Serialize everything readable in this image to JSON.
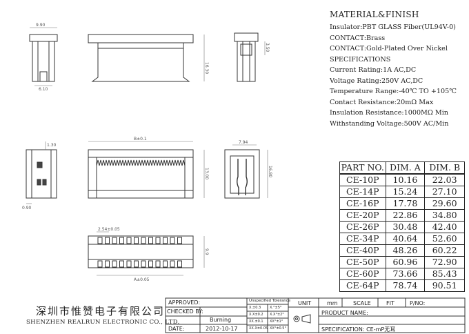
{
  "spec": {
    "title": "MATERIAL&FINISH",
    "lines": [
      "Insulator:PBT GLASS Fiber(UL94V-0)",
      "CONTACT:Brass",
      "CONTACT:Gold-Plated Over Nickel",
      "SPECIFICATIONS",
      "Current Rating:1A AC,DC",
      "Voltage Rating:250V AC,DC",
      "Temperature Range:-40℃ TO +105℃",
      "Contact Resistance:20mΩ Max",
      "Insulation Resistance:1000MΩ Min",
      "Withstanding Voltage:500V AC/Min"
    ]
  },
  "parts_table": {
    "headers": [
      "PART NO.",
      "DIM. A",
      "DIM. B"
    ],
    "rows": [
      [
        "CE-10P",
        "10.16",
        "22.03"
      ],
      [
        "CE-14P",
        "15.24",
        "27.10"
      ],
      [
        "CE-16P",
        "17.78",
        "29.60"
      ],
      [
        "CE-20P",
        "22.86",
        "34.80"
      ],
      [
        "CE-26P",
        "30.48",
        "42.40"
      ],
      [
        "CE-34P",
        "40.64",
        "52.60"
      ],
      [
        "CE-40P",
        "48.26",
        "60.22"
      ],
      [
        "CE-50P",
        "60.96",
        "72.90"
      ],
      [
        "CE-60P",
        "73.66",
        "85.43"
      ],
      [
        "CE-64P",
        "78.74",
        "90.51"
      ]
    ]
  },
  "dimensions": {
    "top_width": "9.90",
    "bottom_width": "6.10",
    "height_1630": "16.30",
    "height_350": "3.50",
    "dim_b": "B±0.1",
    "pin_130": "1.30",
    "pin_090": "0.90",
    "height_1300": "13.00",
    "width_794": "7.94",
    "height_1680": "16.80",
    "pitch": "2.54±0.05",
    "dim_a": "A±0.05",
    "footprint_h": "9.9"
  },
  "title_block": {
    "approved_label": "APPROVED:",
    "checked_label": "CHECKED BY:",
    "checked_value": "Burning",
    "date_label": "DATE:",
    "date_value": "2012-10-17",
    "tolerance_title": "Unspecified Tolerance",
    "tolerances": [
      "X.±0.3",
      "X.°±5°",
      "X.X±0.2",
      "X.X°±2°",
      "XX.±0.1",
      "XX°±1°",
      "XX.X±0.05",
      "XX°±0.5°"
    ],
    "unit_label": "UNIT",
    "unit_value": "mm",
    "scale_label": "SCALE",
    "scale_value": "FIT",
    "pno_label": "P/NO:",
    "product_label": "PRODUCT NAME:",
    "spec_label": "SPECIFICATION: CE-mP无耳",
    "company_cn": "深圳市惟赞电子有限公司",
    "company_en": "SHENZHEN REALRUN ELECTRONIC CO., LTD."
  }
}
